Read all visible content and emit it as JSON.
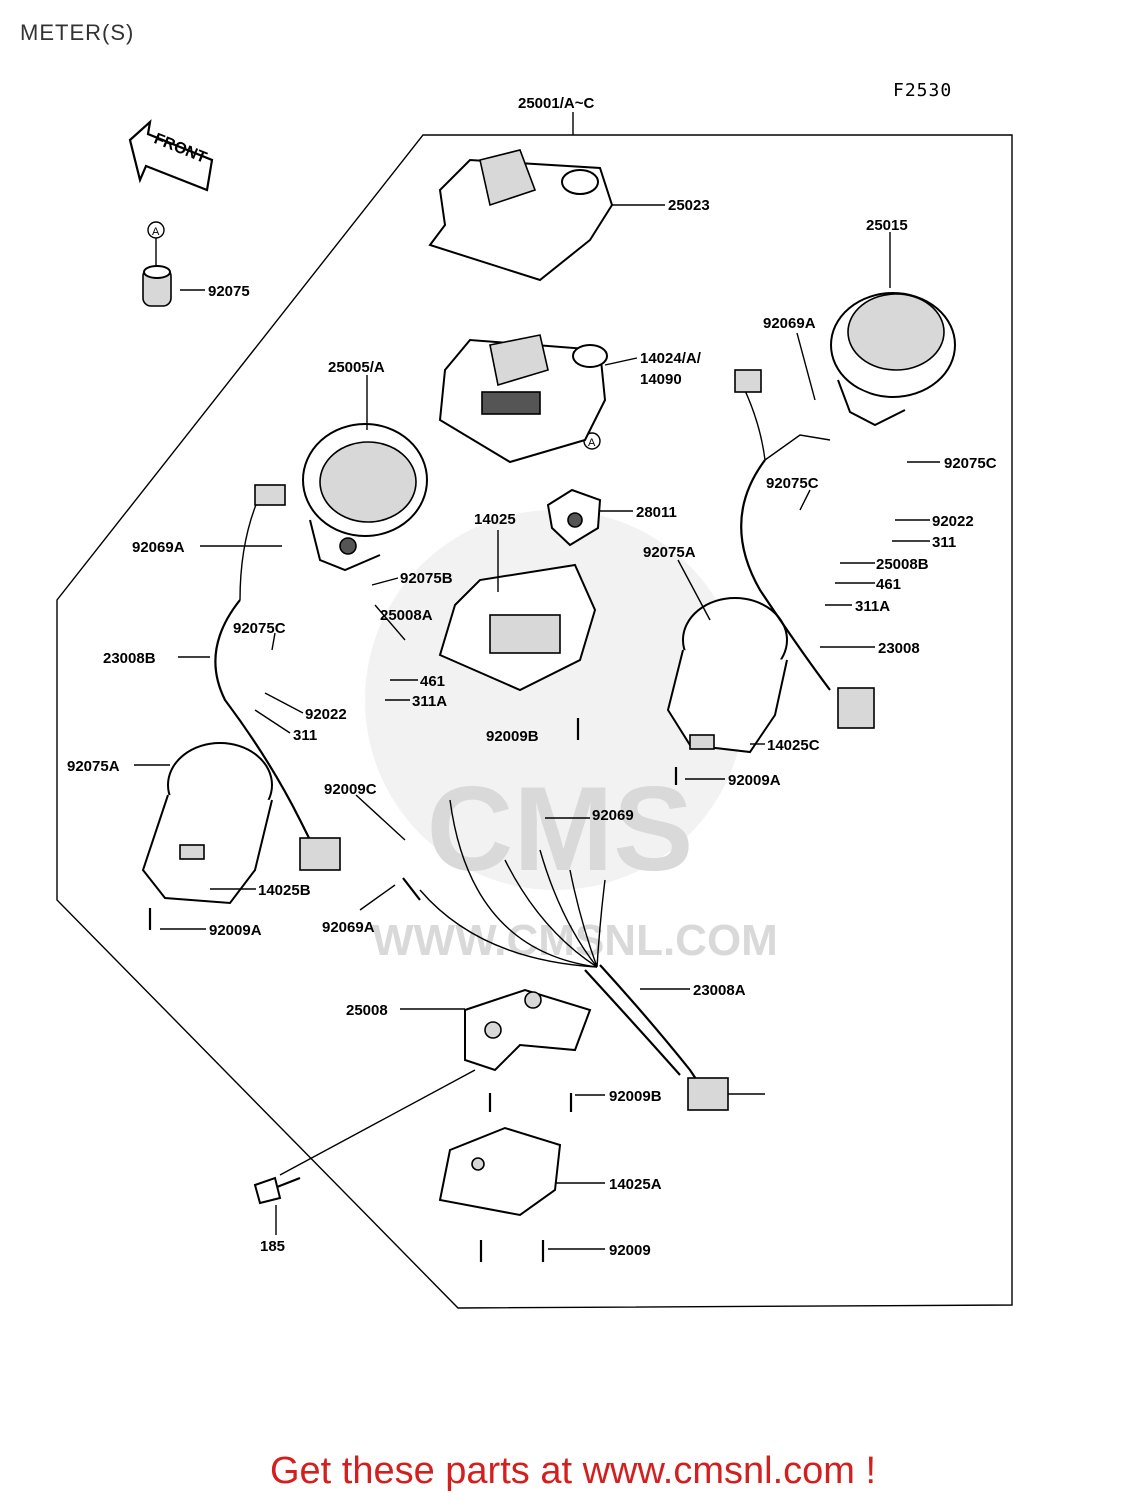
{
  "page": {
    "title": "METER(S)",
    "figure_code": "F2530",
    "front_arrow": "FRONT",
    "ref_marker": "A",
    "watermark_brand": "CMS",
    "watermark_url": "WWW.CMSNL.COM",
    "cta": "Get these parts at www.cmsnl.com !"
  },
  "labels": [
    "25001/A~C",
    "25023",
    "25015",
    "92075",
    "92069A",
    "14024/A/",
    "14090",
    "25005/A",
    "92075C",
    "92075C",
    "92022",
    "311",
    "25008B",
    "461",
    "311A",
    "28011",
    "14025",
    "92075A",
    "23008",
    "92069A",
    "92075B",
    "25008A",
    "92075C",
    "23008B",
    "461",
    "311A",
    "92022",
    "311",
    "92009B",
    "14025C",
    "92075A",
    "92009A",
    "92009C",
    "92069",
    "14025B",
    "92069A",
    "92009A",
    "23008A",
    "25008",
    "92009B",
    "14025A",
    "185",
    "92009"
  ]
}
